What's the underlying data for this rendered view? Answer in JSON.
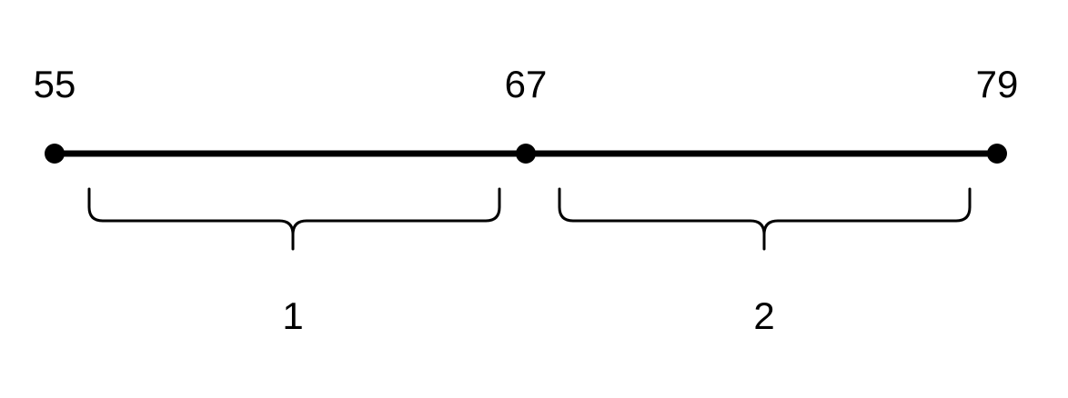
{
  "points": [
    {
      "label": "55"
    },
    {
      "label": "67"
    },
    {
      "label": "79"
    }
  ],
  "segments": [
    {
      "label": "1"
    },
    {
      "label": "2"
    }
  ],
  "colors": {
    "line": "#000000",
    "text": "#000000",
    "background": "#ffffff"
  }
}
